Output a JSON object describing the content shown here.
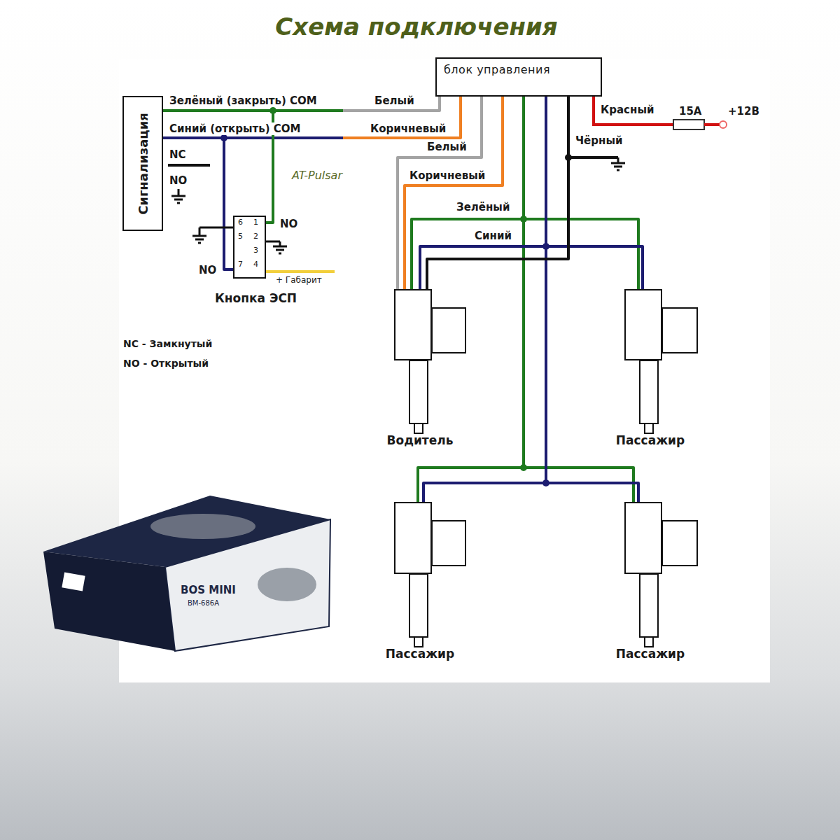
{
  "diagram": {
    "title": "Схема подключения",
    "nodes": [
      {
        "text": [
          "блок управления"
        ]
      },
      {
        "text": [
          "Сигнализация"
        ]
      },
      {
        "text": [
          "Кнопка ЭСП"
        ]
      },
      {
        "text": [
          "Водитель"
        ]
      },
      {
        "text": [
          "Пассажир"
        ]
      },
      {
        "text": [
          "Пассажир"
        ]
      },
      {
        "text": [
          "Пассажир"
        ]
      }
    ],
    "edges": [
      {
        "from": 1,
        "to": 0,
        "arrow": "none"
      },
      {
        "from": 1,
        "to": 0,
        "arrow": "none"
      },
      {
        "from": 2,
        "to": 1,
        "arrow": "none"
      },
      {
        "from": 2,
        "to": 1,
        "arrow": "none"
      },
      {
        "from": 0,
        "to": 3,
        "arrow": "none"
      },
      {
        "from": 0,
        "to": 3,
        "arrow": "none"
      },
      {
        "from": 0,
        "to": 3,
        "arrow": "none"
      },
      {
        "from": 0,
        "to": 4,
        "arrow": "none"
      },
      {
        "from": 0,
        "to": 5,
        "arrow": "none"
      },
      {
        "from": 0,
        "to": 6,
        "arrow": "none"
      },
      {
        "from": 0,
        "to": 3,
        "arrow": "none"
      },
      {
        "from": 0,
        "to": 4,
        "arrow": "none"
      },
      {
        "from": 0,
        "to": 5,
        "arrow": "none"
      },
      {
        "from": 0,
        "to": 6,
        "arrow": "none"
      },
      {
        "from": 0,
        "to": 3,
        "arrow": "none"
      }
    ],
    "labels": [
      "Зелёный (закрыть) COM",
      "Белый",
      "Синий (открыть) COM",
      "Коричневый",
      "NC",
      "NO",
      "Белый",
      "Коричневый",
      "AT-Pulsar",
      "Красный",
      "15A",
      "+12В",
      "Чёрный",
      "Зелёный",
      "Синий",
      "6",
      "1",
      "NO",
      "5",
      "2",
      "3",
      "7",
      "4",
      "NO",
      "+ Габарит",
      "NC - Замкнутый",
      "NO - Открытый",
      "BOS MINI",
      "BM-686A"
    ]
  }
}
